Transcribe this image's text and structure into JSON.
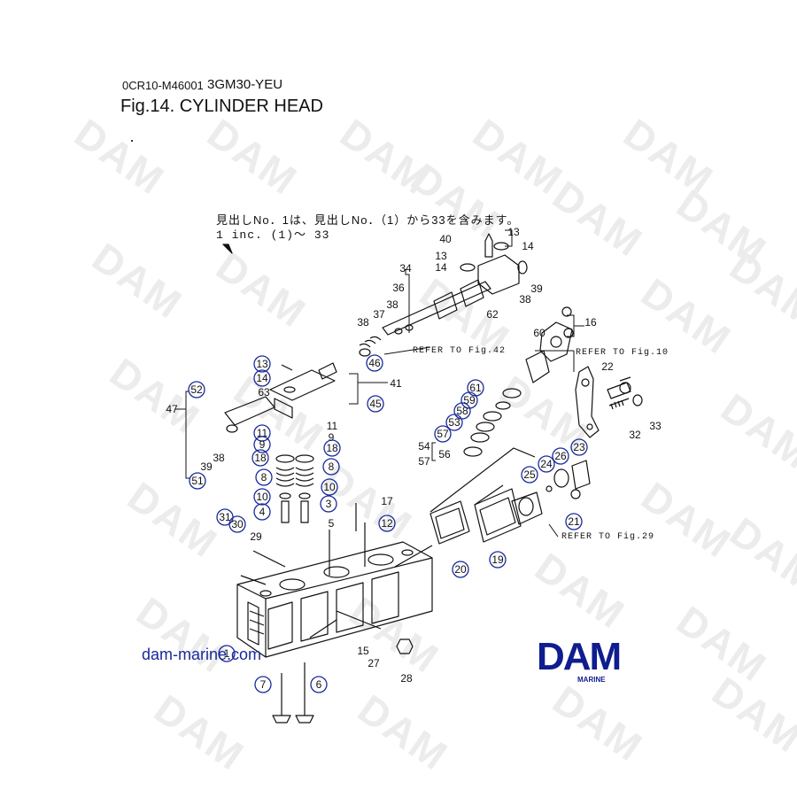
{
  "header": {
    "code": "0CR10-M46001",
    "model": "3GM30-YEU",
    "figure_title": "Fig.14.  CYLINDER HEAD"
  },
  "note": {
    "line1": "見出しNo．1は、見出しNo．（1）から33を含みます。",
    "line2": "1 inc. (1)～ 33"
  },
  "references": {
    "fig42": "REFER TO Fig.42",
    "fig10": "REFER TO Fig.10",
    "fig29": "REFER TO Fig.29"
  },
  "watermark": "DAM",
  "website": "dam-marine.com",
  "logo": {
    "text": "DAM",
    "sub": "MARINE",
    "color": "#0f1d8f"
  },
  "circled_color": "#1a2a9c",
  "callouts": [
    {
      "label": "13",
      "circled": false
    },
    {
      "label": "14",
      "circled": false
    },
    {
      "label": "40",
      "circled": false
    },
    {
      "label": "13",
      "circled": false
    },
    {
      "label": "14",
      "circled": false
    },
    {
      "label": "34",
      "circled": false
    },
    {
      "label": "36",
      "circled": false
    },
    {
      "label": "38",
      "circled": false
    },
    {
      "label": "37",
      "circled": false
    },
    {
      "label": "38",
      "circled": false
    },
    {
      "label": "39",
      "circled": false
    },
    {
      "label": "38",
      "circled": false
    },
    {
      "label": "62",
      "circled": false
    },
    {
      "label": "16",
      "circled": false
    },
    {
      "label": "60",
      "circled": false
    },
    {
      "label": "13",
      "circled": true
    },
    {
      "label": "46",
      "circled": true
    },
    {
      "label": "14",
      "circled": true
    },
    {
      "label": "41",
      "circled": false
    },
    {
      "label": "52",
      "circled": true
    },
    {
      "label": "63",
      "circled": false
    },
    {
      "label": "45",
      "circled": true
    },
    {
      "label": "47",
      "circled": false
    },
    {
      "label": "11",
      "circled": false
    },
    {
      "label": "11",
      "circled": true
    },
    {
      "label": "9",
      "circled": false
    },
    {
      "label": "9",
      "circled": true
    },
    {
      "label": "18",
      "circled": true
    },
    {
      "label": "18",
      "circled": true
    },
    {
      "label": "39",
      "circled": false
    },
    {
      "label": "38",
      "circled": false
    },
    {
      "label": "8",
      "circled": true
    },
    {
      "label": "8",
      "circled": true
    },
    {
      "label": "51",
      "circled": true
    },
    {
      "label": "10",
      "circled": true
    },
    {
      "label": "10",
      "circled": true
    },
    {
      "label": "4",
      "circled": true
    },
    {
      "label": "3",
      "circled": true
    },
    {
      "label": "61",
      "circled": true
    },
    {
      "label": "59",
      "circled": true
    },
    {
      "label": "58",
      "circled": true
    },
    {
      "label": "53",
      "circled": true
    },
    {
      "label": "57",
      "circled": true
    },
    {
      "label": "54",
      "circled": false
    },
    {
      "label": "56",
      "circled": false
    },
    {
      "label": "57",
      "circled": false
    },
    {
      "label": "22",
      "circled": false
    },
    {
      "label": "33",
      "circled": false
    },
    {
      "label": "32",
      "circled": false
    },
    {
      "label": "23",
      "circled": true
    },
    {
      "label": "26",
      "circled": true
    },
    {
      "label": "24",
      "circled": true
    },
    {
      "label": "25",
      "circled": true
    },
    {
      "label": "21",
      "circled": true
    },
    {
      "label": "17",
      "circled": false
    },
    {
      "label": "5",
      "circled": false
    },
    {
      "label": "12",
      "circled": true
    },
    {
      "label": "31",
      "circled": true
    },
    {
      "label": "30",
      "circled": true
    },
    {
      "label": "29",
      "circled": false
    },
    {
      "label": "20",
      "circled": true
    },
    {
      "label": "19",
      "circled": true
    },
    {
      "label": "1",
      "circled": true
    },
    {
      "label": "15",
      "circled": false
    },
    {
      "label": "27",
      "circled": false
    },
    {
      "label": "28",
      "circled": false
    },
    {
      "label": "7",
      "circled": true
    },
    {
      "label": "6",
      "circled": true
    }
  ]
}
